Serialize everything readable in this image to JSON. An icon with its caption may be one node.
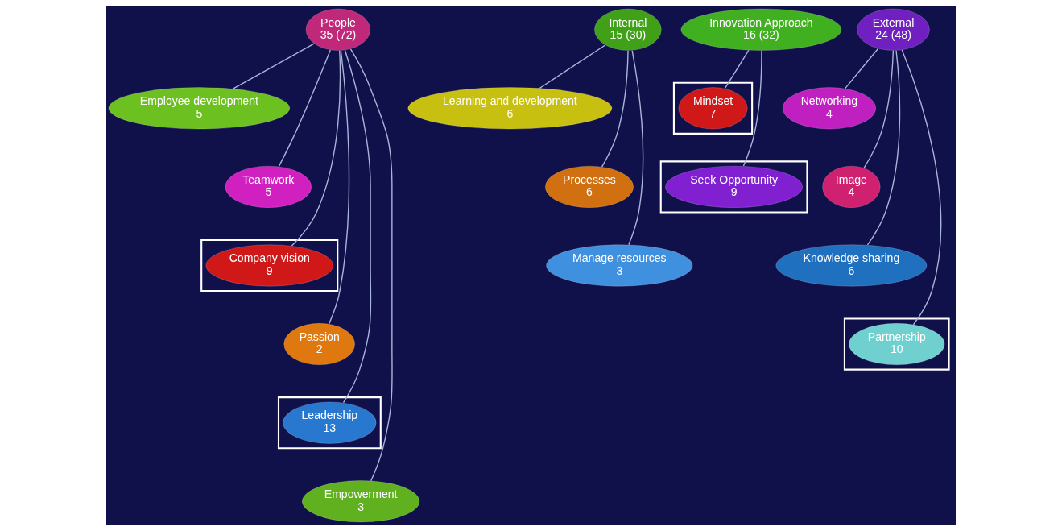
{
  "diagram": {
    "nodes": [
      {
        "text": [
          "People",
          "35 (72)"
        ]
      },
      {
        "text": [
          "Employee development",
          "5"
        ]
      },
      {
        "text": [
          "Teamwork",
          "5"
        ]
      },
      {
        "text": [],
        "shape": "box"
      },
      {
        "text": [
          "Company vision",
          "9"
        ],
        "in": 3
      },
      {
        "text": [
          "Passion",
          "2"
        ]
      },
      {
        "text": [],
        "shape": "box"
      },
      {
        "text": [
          "Leadership",
          "13"
        ],
        "in": 6
      },
      {
        "text": [
          "Empowerment",
          "3"
        ]
      },
      {
        "text": [
          "Internal",
          "15 (30)"
        ]
      },
      {
        "text": [
          "Learning and development",
          "6"
        ]
      },
      {
        "text": [
          "Processes",
          "6"
        ]
      },
      {
        "text": [
          "Manage resources",
          "3"
        ]
      },
      {
        "text": [
          "Innovation Approach",
          "16 (32)"
        ]
      },
      {
        "text": [],
        "shape": "box"
      },
      {
        "text": [
          "Mindset",
          "7"
        ],
        "in": 14
      },
      {
        "text": [],
        "shape": "box"
      },
      {
        "text": [
          "Seek Opportunity",
          "9"
        ],
        "in": 16
      },
      {
        "text": [
          "External",
          "24 (48)"
        ]
      },
      {
        "text": [
          "Networking",
          "4"
        ]
      },
      {
        "text": [
          "Image",
          "4"
        ]
      },
      {
        "text": [
          "Knowledge sharing",
          "6"
        ]
      },
      {
        "text": [],
        "shape": "box"
      },
      {
        "text": [
          "Partnership",
          "10"
        ],
        "in": 22
      }
    ],
    "edges": [
      {
        "from": 0,
        "to": 1,
        "arrow": "none"
      },
      {
        "from": 0,
        "to": 2,
        "arrow": "none"
      },
      {
        "from": 0,
        "to": 4,
        "arrow": "none"
      },
      {
        "from": 0,
        "to": 5,
        "arrow": "none"
      },
      {
        "from": 0,
        "to": 7,
        "arrow": "none"
      },
      {
        "from": 0,
        "to": 8,
        "arrow": "none"
      },
      {
        "from": 9,
        "to": 10,
        "arrow": "none"
      },
      {
        "from": 9,
        "to": 11,
        "arrow": "none"
      },
      {
        "from": 9,
        "to": 12,
        "arrow": "none"
      },
      {
        "from": 13,
        "to": 15,
        "arrow": "none"
      },
      {
        "from": 13,
        "to": 17,
        "arrow": "none"
      },
      {
        "from": 18,
        "to": 19,
        "arrow": "none"
      },
      {
        "from": 18,
        "to": 20,
        "arrow": "none"
      },
      {
        "from": 18,
        "to": 21,
        "arrow": "none"
      },
      {
        "from": 18,
        "to": 23,
        "arrow": "none"
      }
    ]
  }
}
